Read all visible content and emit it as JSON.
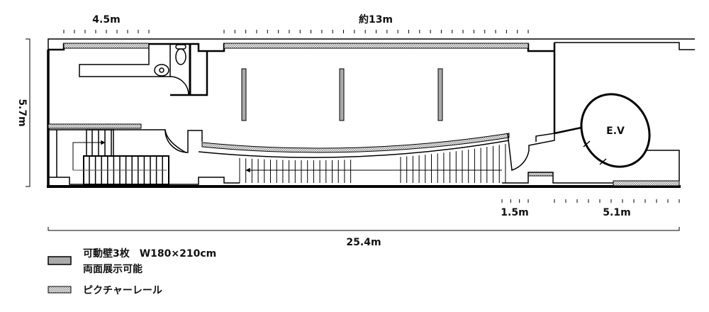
{
  "dimensions": {
    "top_left": "4.5m",
    "top_center": "約13m",
    "left_height": "5.7m",
    "bottom_right_small": "1.5m",
    "bottom_right": "5.1m",
    "total_length": "25.4m"
  },
  "rooms": {
    "elevator": "E.V"
  },
  "legend": {
    "movable_wall_line1": "可動壁3枚　W180×210cm",
    "movable_wall_line2": "両面展示可能",
    "picture_rail": "ピクチャーレール"
  },
  "colors": {
    "movable_wall": "#aaaaaa",
    "wall": "#000000"
  }
}
